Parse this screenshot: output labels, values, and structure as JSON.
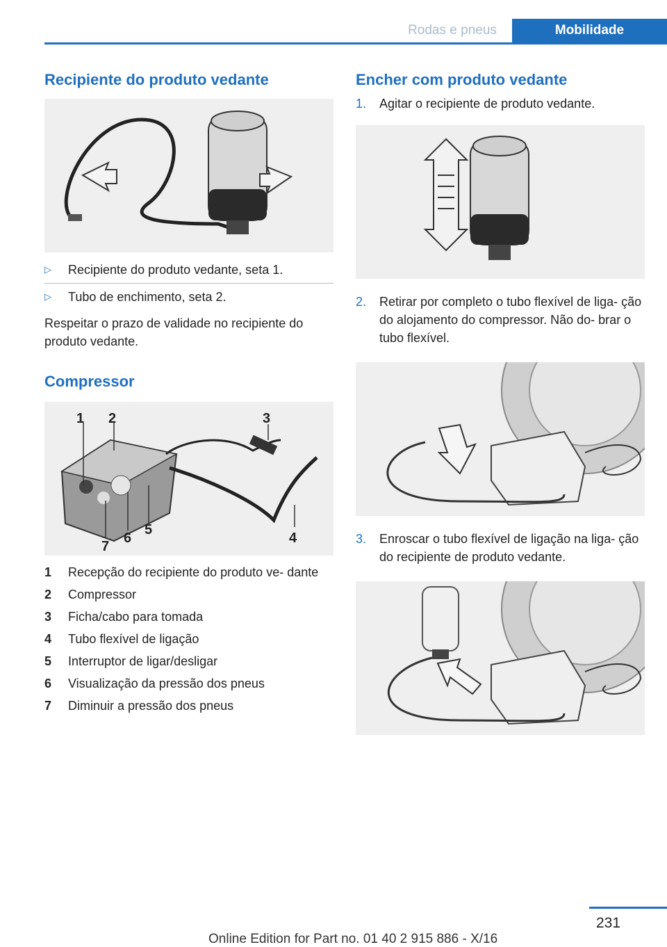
{
  "header": {
    "section": "Rodas e pneus",
    "chapter": "Mobilidade"
  },
  "left": {
    "heading1": "Recipiente do produto vedante",
    "bullets": [
      "Recipiente do produto vedante, seta 1.",
      "Tubo de enchimento, seta 2."
    ],
    "para": "Respeitar o prazo de validade no recipiente do produto vedante.",
    "heading2": "Compressor",
    "figure_labels": [
      "1",
      "2",
      "3",
      "4",
      "5",
      "6",
      "7"
    ],
    "list": [
      {
        "num": "1",
        "text": "Recepção do recipiente do produto ve‐ dante"
      },
      {
        "num": "2",
        "text": "Compressor"
      },
      {
        "num": "3",
        "text": "Ficha/cabo para tomada"
      },
      {
        "num": "4",
        "text": "Tubo flexível de ligação"
      },
      {
        "num": "5",
        "text": "Interruptor de ligar/desligar"
      },
      {
        "num": "6",
        "text": "Visualização da pressão dos pneus"
      },
      {
        "num": "7",
        "text": "Diminuir a pressão dos pneus"
      }
    ]
  },
  "right": {
    "heading": "Encher com produto vedante",
    "steps": [
      {
        "num": "1.",
        "text": "Agitar o recipiente de produto vedante."
      },
      {
        "num": "2.",
        "text": "Retirar por completo o tubo flexível de liga‐ ção do alojamento do compressor. Não do‐ brar o tubo flexível."
      },
      {
        "num": "3.",
        "text": "Enroscar o tubo flexível de ligação na liga‐ ção do recipiente de produto vedante."
      }
    ]
  },
  "footer": {
    "page": "231",
    "edition": "Online Edition for Part no. 01 40 2 915 886 - X/16"
  }
}
